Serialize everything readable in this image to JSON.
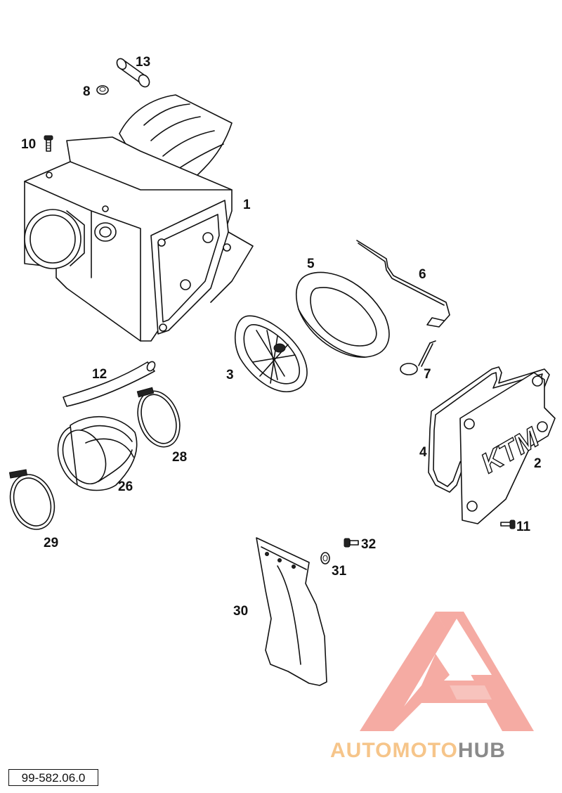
{
  "diagram": {
    "drawing_number": "99-582.06.0",
    "callouts": [
      {
        "id": "c1",
        "text": "1"
      },
      {
        "id": "c2",
        "text": "2"
      },
      {
        "id": "c3",
        "text": "3"
      },
      {
        "id": "c4",
        "text": "4"
      },
      {
        "id": "c5",
        "text": "5"
      },
      {
        "id": "c6",
        "text": "6"
      },
      {
        "id": "c7",
        "text": "7"
      },
      {
        "id": "c8",
        "text": "8"
      },
      {
        "id": "c10",
        "text": "10"
      },
      {
        "id": "c11",
        "text": "11"
      },
      {
        "id": "c12",
        "text": "12"
      },
      {
        "id": "c13",
        "text": "13"
      },
      {
        "id": "c26",
        "text": "26"
      },
      {
        "id": "c28",
        "text": "28"
      },
      {
        "id": "c29",
        "text": "29"
      },
      {
        "id": "c30",
        "text": "30"
      },
      {
        "id": "c31",
        "text": "31"
      },
      {
        "id": "c32",
        "text": "32"
      }
    ],
    "cover_logo_text": "KTM"
  },
  "watermark": {
    "brand_part1": "AUTOMOTO",
    "brand_part2": "HUB",
    "color_primary": "#f4a29a",
    "color_accent": "#f6c58a",
    "color_text_dark": "#8a8a8a"
  }
}
